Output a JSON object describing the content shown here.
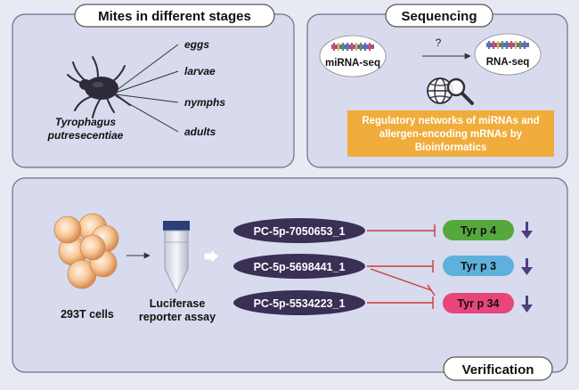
{
  "panels": {
    "mites": {
      "title": "Mites in different stages",
      "species_line1": "Tyrophagus",
      "species_line2": "putresecentiae",
      "stages": [
        "eggs",
        "larvae",
        "nymphs",
        "adults"
      ]
    },
    "sequencing": {
      "title": "Sequencing",
      "source": "miRNA-seq",
      "target": "RNA-seq",
      "question": "?",
      "result_lines": [
        "Regulatory networks of miRNAs and",
        "allergen-encoding mRNAs by",
        "Bioinformatics"
      ]
    },
    "verification": {
      "title": "Verification",
      "cells_label": "293T cells",
      "assay_line1": "Luciferase",
      "assay_line2": "reporter assay",
      "mirnas": [
        "PC-5p-7050653_1",
        "PC-5p-5698441_1",
        "PC-5p-5534223_1"
      ],
      "targets": [
        {
          "label": "Tyr p 4",
          "color": "#56a83e"
        },
        {
          "label": "Tyr p 3",
          "color": "#5fb1dd"
        },
        {
          "label": "Tyr p 34",
          "color": "#e8457a"
        }
      ]
    }
  },
  "colors": {
    "panel_fill": "#d7dbed",
    "panel_border": "#6b6f89",
    "mirna_fill": "#3a2f54",
    "inhibit_line": "#cc3a3a",
    "down_arrow": "#4e3f80",
    "result_box": "#f0ad3c"
  }
}
